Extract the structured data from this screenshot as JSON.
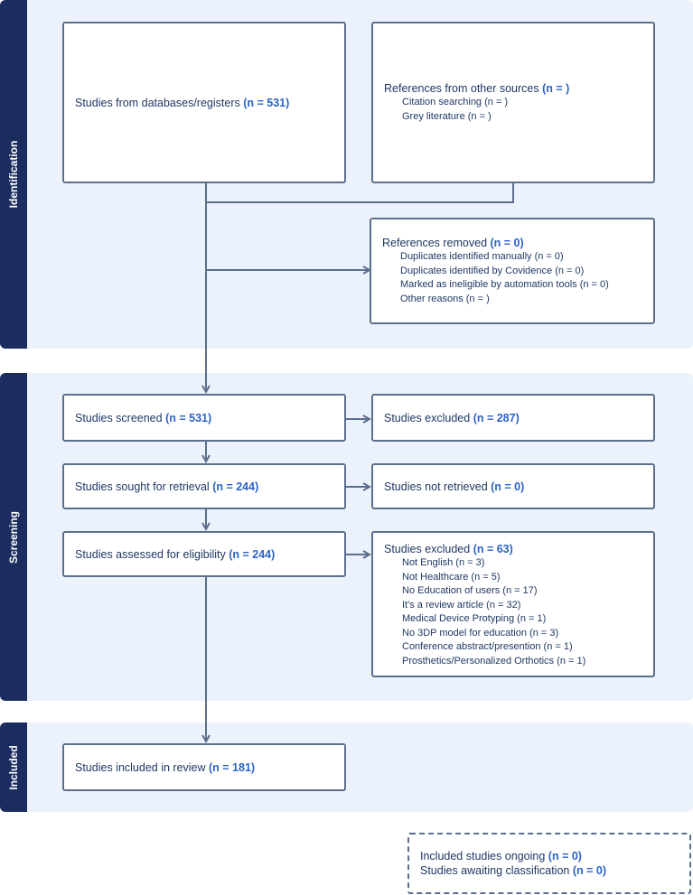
{
  "sections": {
    "identification": "Identification",
    "screening": "Screening",
    "included": "Included"
  },
  "boxes": {
    "databases": {
      "label": "Studies from databases/registers",
      "count": "(n = 531)"
    },
    "other_sources": {
      "label": "References from other sources",
      "count": "(n = )",
      "items": [
        "Citation searching (n = )",
        "Grey literature (n = )"
      ]
    },
    "removed": {
      "label": "References removed",
      "count": "(n = 0)",
      "items": [
        "Duplicates identified manually (n = 0)",
        "Duplicates identified by Covidence (n = 0)",
        "Marked as ineligible by automation tools (n = 0)",
        "Other reasons (n = )"
      ]
    },
    "screened": {
      "label": "Studies screened",
      "count": "(n = 531)"
    },
    "excluded_screen": {
      "label": "Studies excluded",
      "count": "(n = 287)"
    },
    "sought": {
      "label": "Studies sought for retrieval",
      "count": "(n = 244)"
    },
    "not_retrieved": {
      "label": "Studies not retrieved",
      "count": "(n = 0)"
    },
    "assessed": {
      "label": "Studies assessed for eligibility",
      "count": "(n = 244)"
    },
    "excluded_eligibility": {
      "label": "Studies excluded",
      "count": "(n = 63)",
      "items": [
        "Not English (n = 3)",
        "Not Healthcare (n = 5)",
        "No Education of users (n = 17)",
        "It's a review article (n = 32)",
        "Medical Device Protyping (n = 1)",
        "No 3DP model for education (n = 3)",
        "Conference abstract/presention (n = 1)",
        "Prosthetics/Personalized Orthotics (n = 1)"
      ]
    },
    "included": {
      "label": "Studies included in review",
      "count": "(n = 181)"
    },
    "ongoing": {
      "line1_label": "Included studies ongoing",
      "line1_count": "(n = 0)",
      "line2_label": "Studies awaiting classification",
      "line2_count": "(n = 0)"
    }
  },
  "colors": {
    "section_bg": "#ecf2fb",
    "side_label_bg": "#1b2c5e",
    "box_border": "#5b6f8f",
    "count_text": "#2b63c4",
    "label_text": "#1f3864"
  }
}
